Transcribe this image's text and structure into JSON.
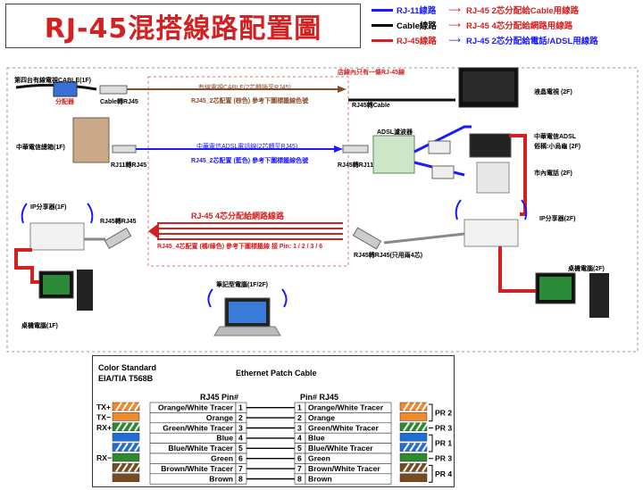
{
  "title": "RJ-45混搭線路配置圖",
  "legend": [
    {
      "line": "RJ-11線路",
      "color": "#1a1aff",
      "desc": "RJ-45 2芯分配給Cable用線路",
      "desc_color": "#d42020"
    },
    {
      "line": "Cable線路",
      "color": "#000000",
      "desc": "RJ-45 4芯分配給網路用線路",
      "desc_color": "#d42020"
    },
    {
      "line": "RJ-45線路",
      "color": "#d42020",
      "desc": "RJ-45 2芯分配給電話/ADSL用線路",
      "desc_color": "#1a1aff"
    }
  ],
  "diagram": {
    "note_top": "店線內只有一條RJ-45線",
    "cable_1f": "第四台有線電視CABLE(1F)",
    "splitter": "分配器",
    "cable_to_rj45": "Cable轉RJ45",
    "cable_line_label": "有線電視CABLE(2芯轉換至RJ45)",
    "cable_line_sub": "RJ45_2芯配置 (棕色) 參考下圖標籤線色號",
    "rj45_to_cable": "RJ45轉Cable",
    "tv_2f": "液晶電視 (2F)",
    "cht_box_1f": "中華電信總箱(1F)",
    "rj11_to_rj45": "RJ11轉RJ45",
    "adsl_line_label": "中華電信ADSL電話線(2芯轉至RJ45)",
    "adsl_line_sub": "RJ45_2芯配置 (藍色) 參考下圖標籤線色號",
    "rj45_to_rj11": "RJ45轉RJ11",
    "adsl_splitter": "ADSL濾波器",
    "cht_adsl": "中華電信ADSL",
    "modem": "俗稱:小烏龜 (2F)",
    "phone_2f": "市內電話 (2F)",
    "router_1f": "IP分享器(1F)",
    "rj45_rj45_left": "RJ45轉RJ45",
    "net_line_label": "RJ-45 4芯分配給網路線路",
    "net_line_sub": "RJ45_4芯配置 (橘/綠色) 參考下圖標籤線 接 Pin: 1 / 2 / 3 / 6",
    "rj45_rj45_right": "RJ45轉RJ45(只用兩4芯)",
    "router_2f": "IP分享器(2F)",
    "pc_2f": "桌機電腦(2F)",
    "laptop": "筆記型電腦(1F/2F)",
    "pc_1f": "桌機電腦(1F)"
  },
  "patch_table": {
    "std1": "Color  Standard",
    "std2": "EIA/TIA T568B",
    "heading": "Ethernet Patch Cable",
    "left_header": "RJ45  Pin#",
    "right_header": "Pin#  RJ45",
    "rows": [
      {
        "pin": "1",
        "name": "Orange/White Tracer",
        "tag": "TX+",
        "c1": "#f08a2a",
        "c2": "#ffffff",
        "pair": "PR 2"
      },
      {
        "pin": "2",
        "name": "Orange",
        "tag": "TX−",
        "c1": "#f08a2a",
        "c2": "#f08a2a",
        "pair": ""
      },
      {
        "pin": "3",
        "name": "Green/White Tracer",
        "tag": "RX+",
        "c1": "#2f8a2f",
        "c2": "#ffffff",
        "pair": "PR 3"
      },
      {
        "pin": "4",
        "name": "Blue",
        "tag": "",
        "c1": "#1f6fd6",
        "c2": "#1f6fd6",
        "pair": "PR 1"
      },
      {
        "pin": "5",
        "name": "Blue/White Tracer",
        "tag": "",
        "c1": "#1f6fd6",
        "c2": "#ffffff",
        "pair": ""
      },
      {
        "pin": "6",
        "name": "Green",
        "tag": "RX−",
        "c1": "#2f8a2f",
        "c2": "#2f8a2f",
        "pair": "PR 3"
      },
      {
        "pin": "7",
        "name": "Brown/White Tracer",
        "tag": "",
        "c1": "#7a4b1e",
        "c2": "#ffffff",
        "pair": "PR 4"
      },
      {
        "pin": "8",
        "name": "Brown",
        "tag": "",
        "c1": "#7a4b1e",
        "c2": "#7a4b1e",
        "pair": ""
      }
    ]
  }
}
